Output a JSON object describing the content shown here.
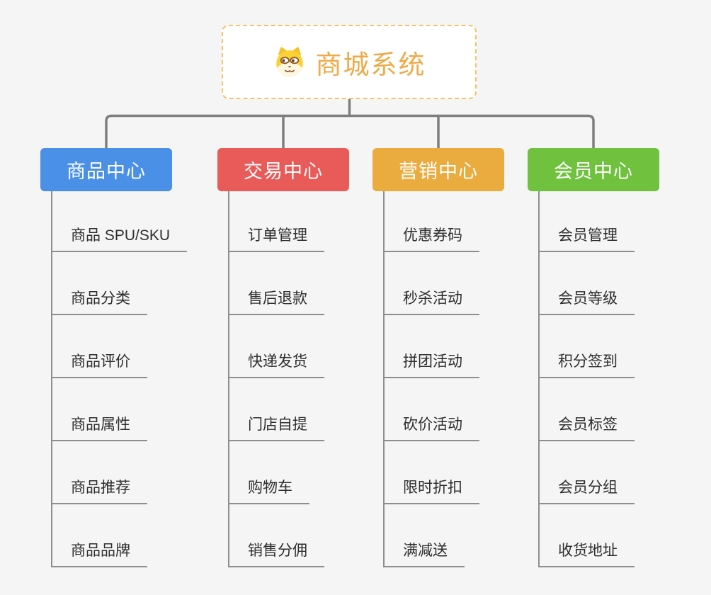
{
  "canvas": {
    "background": "#f5f5f6",
    "connector_color": "#7e7e7e",
    "underline_color": "#8e8e8e",
    "child_text_color": "#2e2e2e"
  },
  "root": {
    "label": "商城系统",
    "icon": "dog-face-icon",
    "text_color": "#efaa48",
    "border_color": "#f4c36a",
    "background": "#ffffff"
  },
  "branches": [
    {
      "label": "商品中心",
      "color": "#4a90e6",
      "children": [
        "商品 SPU/SKU",
        "商品分类",
        "商品评价",
        "商品属性",
        "商品推荐",
        "商品品牌"
      ]
    },
    {
      "label": "交易中心",
      "color": "#e85b58",
      "children": [
        "订单管理",
        "售后退款",
        "快递发货",
        "门店自提",
        "购物车",
        "销售分佣"
      ]
    },
    {
      "label": "营销中心",
      "color": "#ebac3f",
      "children": [
        "优惠券码",
        "秒杀活动",
        "拼团活动",
        "砍价活动",
        "限时折扣",
        "满减送"
      ]
    },
    {
      "label": "会员中心",
      "color": "#6fc13e",
      "children": [
        "会员管理",
        "会员等级",
        "积分签到",
        "会员标签",
        "会员分组",
        "收货地址"
      ]
    }
  ]
}
